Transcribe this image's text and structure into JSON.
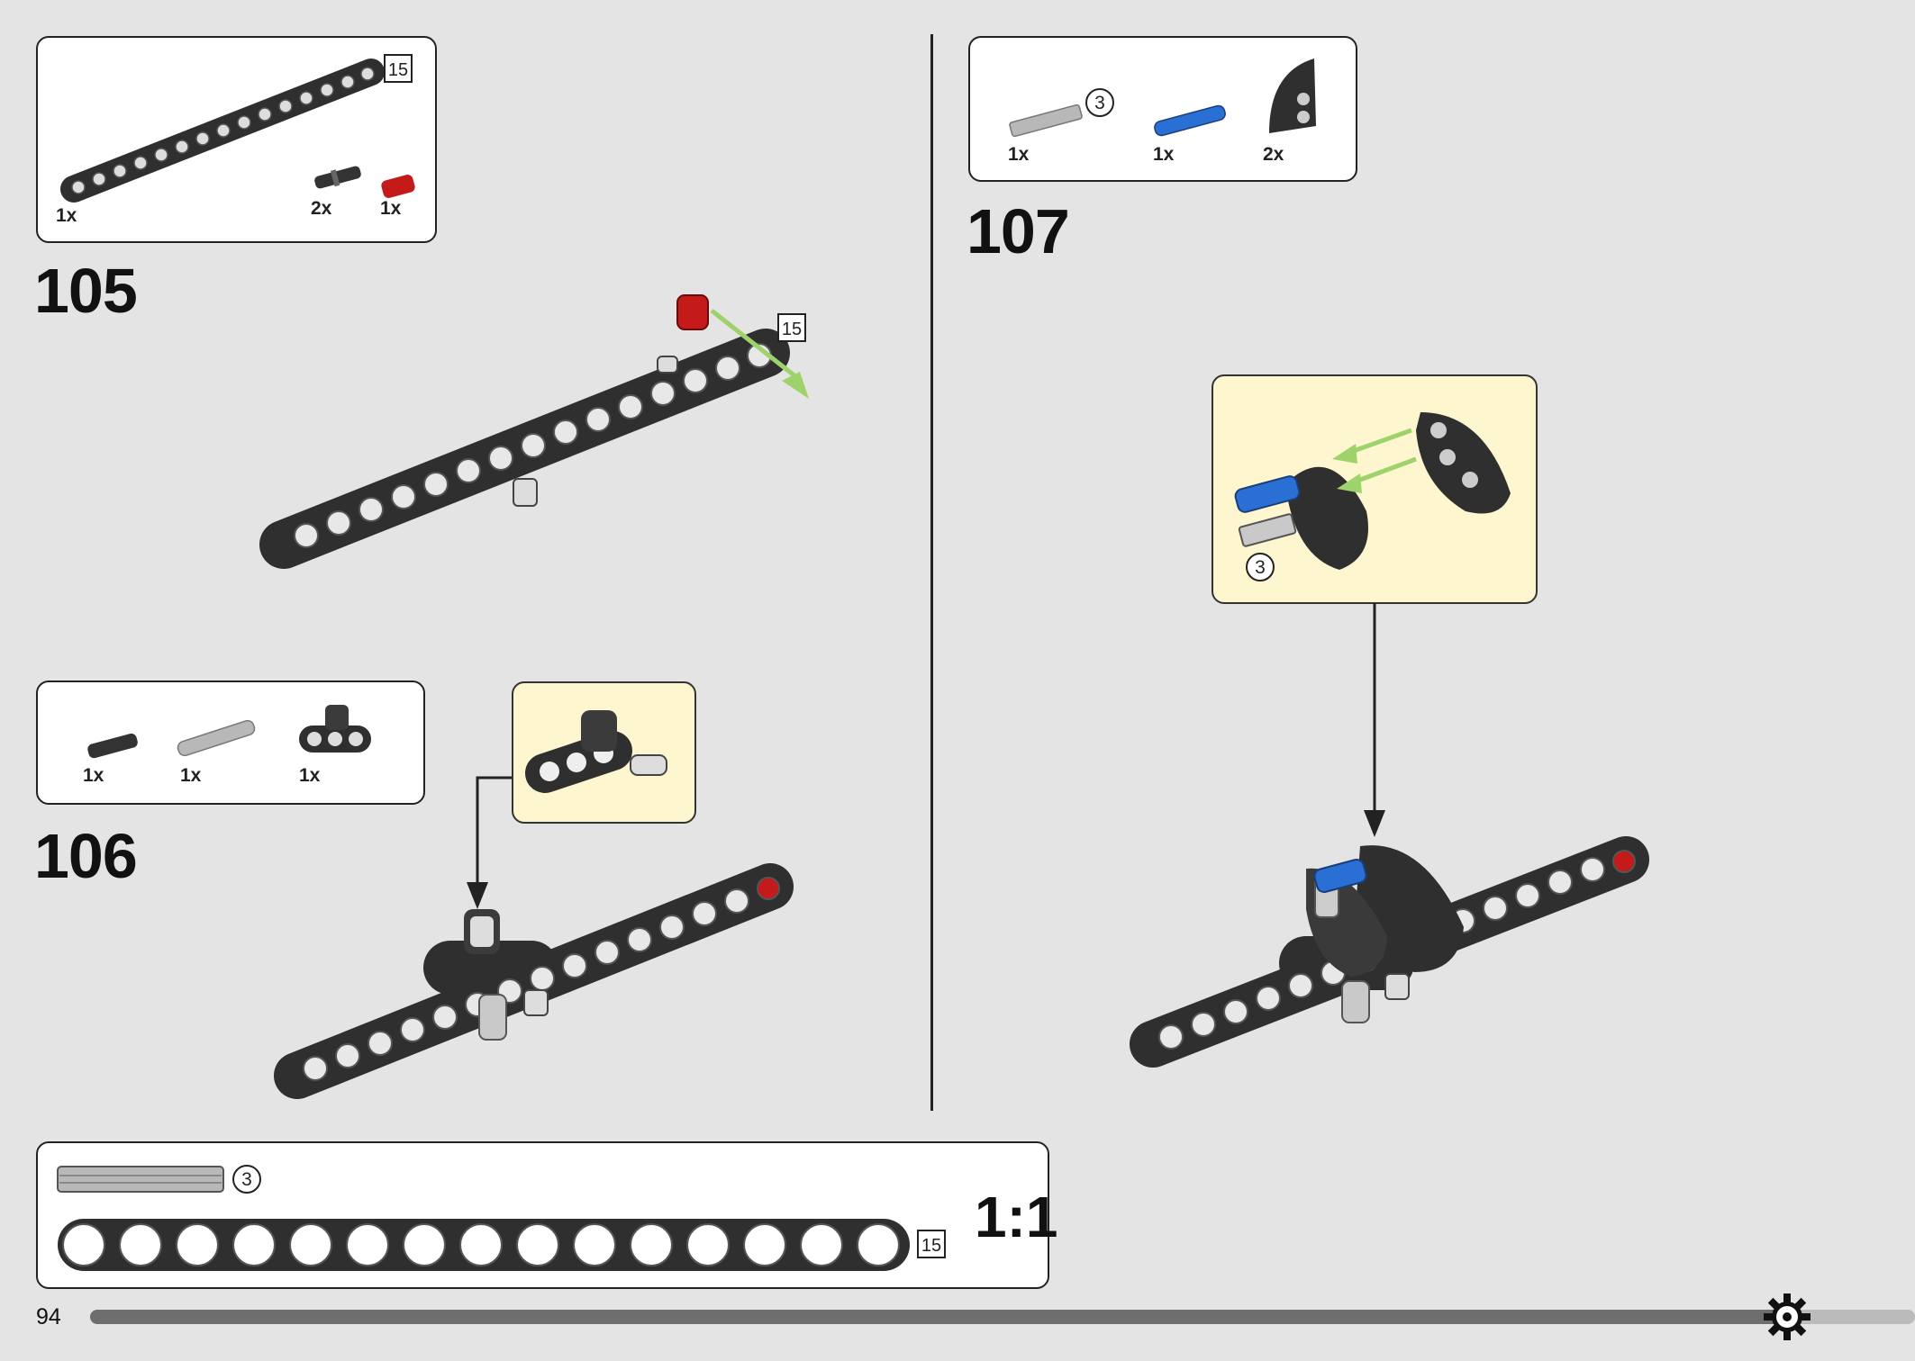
{
  "steps": [
    {
      "number": "105",
      "parts": [
        {
          "qty": "1x"
        },
        {
          "qty": "2x"
        },
        {
          "qty": "1x"
        }
      ],
      "beam_length_label": "15",
      "model_length_label": "15"
    },
    {
      "number": "106",
      "parts": [
        {
          "qty": "1x"
        },
        {
          "qty": "1x"
        },
        {
          "qty": "1x"
        }
      ]
    },
    {
      "number": "107",
      "parts": [
        {
          "qty": "1x",
          "length_label": "3"
        },
        {
          "qty": "1x"
        },
        {
          "qty": "2x"
        }
      ],
      "callout_length_label": "3"
    }
  ],
  "scale_reference": {
    "axle_length_label": "3",
    "beam_length_label": "15",
    "ratio": "1:1"
  },
  "page": {
    "number": "94",
    "progress": 0.93
  },
  "colors": {
    "background": "#e4e4e4",
    "beam": "#2f2f2f",
    "callout": "#fdf6cf",
    "pin_red": "#c41a1a",
    "pin_blue": "#2a6fd4",
    "arrow_green": "#9ed26a",
    "axle_gray": "#b8b8b8"
  },
  "icons": [
    "gear-icon"
  ]
}
